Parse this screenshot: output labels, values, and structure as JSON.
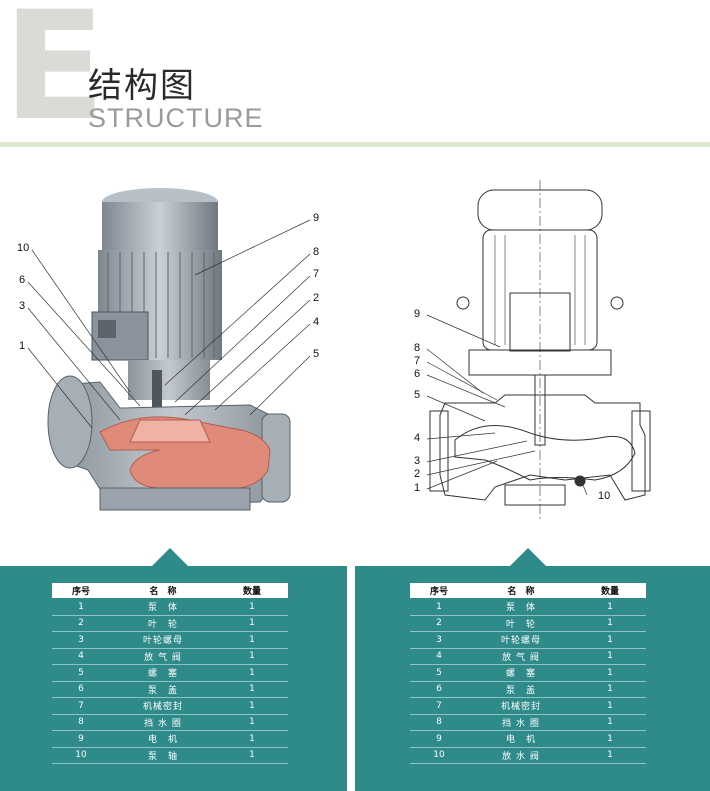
{
  "header": {
    "letter": "E",
    "title_cn": "结构图",
    "title_en": "STRUCTURE"
  },
  "left_callouts": [
    "10",
    "6",
    "3",
    "1",
    "9",
    "8",
    "7",
    "2",
    "4",
    "5"
  ],
  "right_callouts": [
    "9",
    "8",
    "7",
    "6",
    "5",
    "4",
    "3",
    "2",
    "1",
    "10"
  ],
  "tables": [
    {
      "headers": [
        "序号",
        "名　称",
        "数量"
      ],
      "rows": [
        [
          "1",
          "泵　体",
          "1"
        ],
        [
          "2",
          "叶　轮",
          "1"
        ],
        [
          "3",
          "叶轮螺母",
          "1"
        ],
        [
          "4",
          "放 气 阀",
          "1"
        ],
        [
          "5",
          "螺　塞",
          "1"
        ],
        [
          "6",
          "泵　盖",
          "1"
        ],
        [
          "7",
          "机械密封",
          "1"
        ],
        [
          "8",
          "挡 水 圈",
          "1"
        ],
        [
          "9",
          "电　机",
          "1"
        ],
        [
          "10",
          "泵　轴",
          "1"
        ]
      ]
    },
    {
      "headers": [
        "序号",
        "名　称",
        "数量"
      ],
      "rows": [
        [
          "1",
          "泵　体",
          "1"
        ],
        [
          "2",
          "叶　轮",
          "1"
        ],
        [
          "3",
          "叶轮螺母",
          "1"
        ],
        [
          "4",
          "放 气 阀",
          "1"
        ],
        [
          "5",
          "螺　塞",
          "1"
        ],
        [
          "6",
          "泵　盖",
          "1"
        ],
        [
          "7",
          "机械密封",
          "1"
        ],
        [
          "8",
          "挡 水 圈",
          "1"
        ],
        [
          "9",
          "电　机",
          "1"
        ],
        [
          "10",
          "放 水 阀",
          "1"
        ]
      ]
    }
  ],
  "colors": {
    "panel": "#2f8a8a",
    "divider": "#dfe9cf",
    "pump_red": "#e08a7a",
    "metal": "#9aa3ad"
  }
}
